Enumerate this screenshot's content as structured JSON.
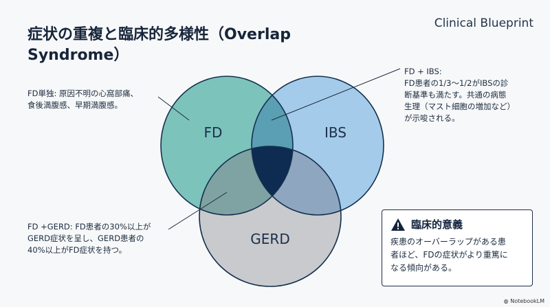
{
  "title": "症状の重複と臨床的多様性（Overlap Syndrome）",
  "brand": "Clinical Blueprint",
  "venn": {
    "fd": "FD",
    "ibs": "IBS",
    "gerd": "GERD"
  },
  "notes": {
    "fd_only": [
      "FD単独: 原因不明の心窩部痛、",
      "食後満腹感、早期満腹感。"
    ],
    "fd_ibs": [
      "FD + IBS:",
      "FD患者の1/3〜1/2がIBSの診",
      "断基準も満たす。共通の病態",
      "生理（マスト細胞の増加など）",
      "が示唆される。"
    ],
    "fd_gerd": [
      "FD +GERD: FD患者の30%以上が",
      "GERD症状を呈し、GERD患者の",
      "40%以上がFD症状を持つ。"
    ]
  },
  "callout": {
    "heading": "臨床的意義",
    "body": [
      "疾患のオーバーラップがある患",
      "者ほど、FDの症状がより重篤に",
      "なる傾向がある。"
    ]
  },
  "footer": "NotebookLM",
  "colors": {
    "fd": "#7cc3bc",
    "ibs": "#a4cbea",
    "gerd": "#c9cacd",
    "fd_ibs": "#5a9fb3",
    "fd_gerd": "#7fa3a2",
    "ibs_gerd": "#8ea6c0",
    "all": "#0e2b52"
  }
}
